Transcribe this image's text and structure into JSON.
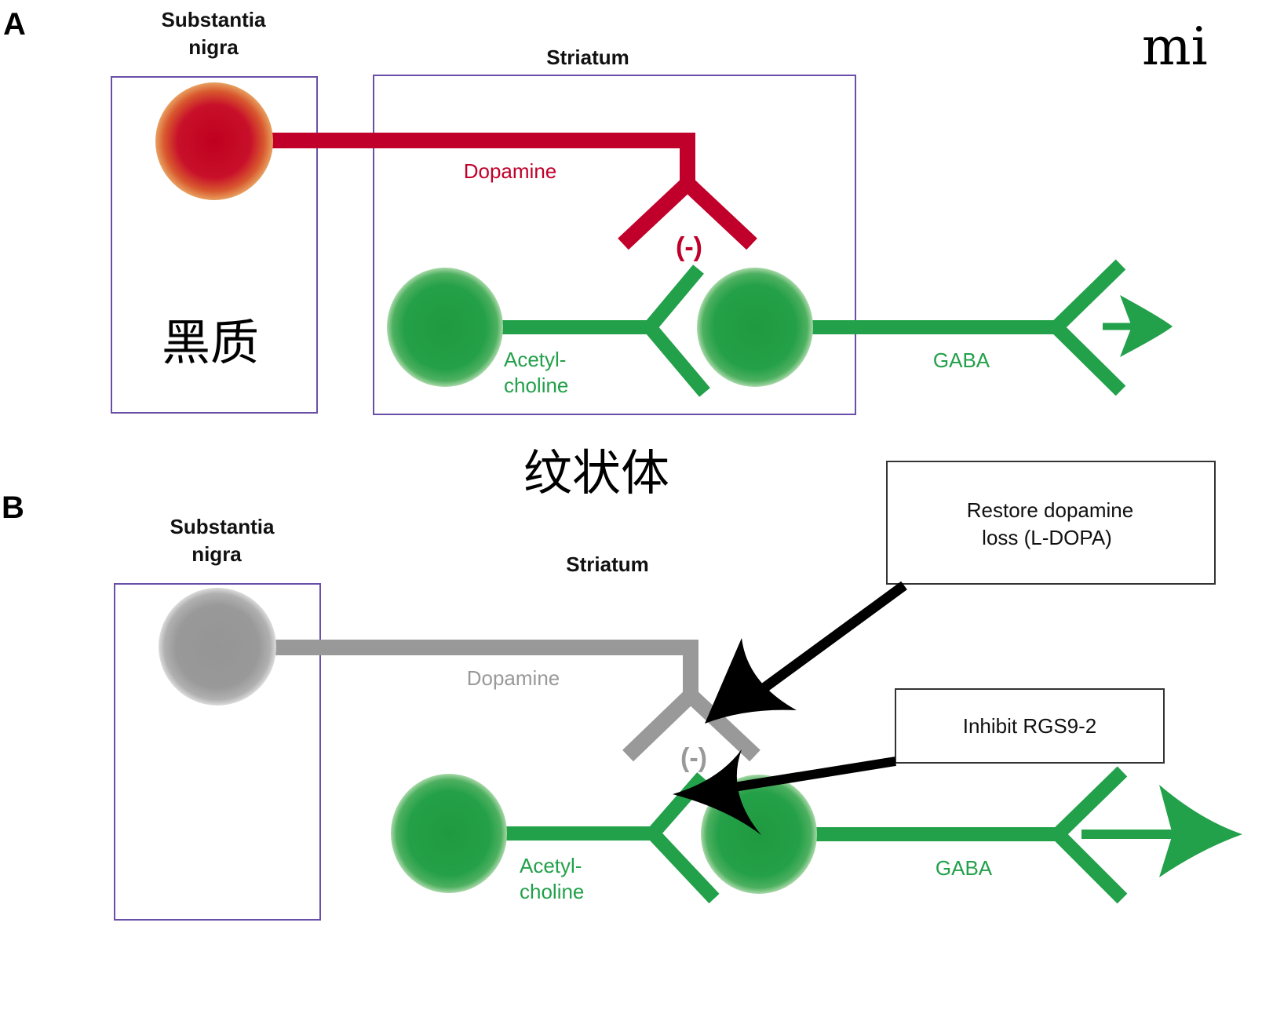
{
  "colors": {
    "dopamine_active": "#c0002a",
    "dopamine_lost": "#999999",
    "acetylcholine": "#22a04a",
    "region_border": "#6a4fa8",
    "annotation_arrow": "#000000"
  },
  "logo": {
    "text": "mi"
  },
  "panel_a": {
    "letter": "A",
    "substantia_nigra_title_line1": "Substantia",
    "substantia_nigra_title_line2": "nigra",
    "substantia_nigra_cn": "黑质",
    "striatum_title": "Striatum",
    "striatum_cn": "纹状体",
    "dopamine_label": "Dopamine",
    "inhibition_symbol": "(-)",
    "acetylcholine_label_line1": "Acetyl-",
    "acetylcholine_label_line2": "choline",
    "gaba_label": "GABA"
  },
  "panel_b": {
    "letter": "B",
    "substantia_nigra_title_line1": "Substantia",
    "substantia_nigra_title_line2": "nigra",
    "striatum_title": "Striatum",
    "dopamine_label": "Dopamine",
    "inhibition_symbol": "(-)",
    "acetylcholine_label_line1": "Acetyl-",
    "acetylcholine_label_line2": "choline",
    "gaba_label": "GABA",
    "treatment_boxes": [
      {
        "line1": "Restore dopamine",
        "line2": "loss (L-DOPA)"
      },
      {
        "line1": "Inhibit RGS9-2",
        "line2": ""
      }
    ]
  }
}
